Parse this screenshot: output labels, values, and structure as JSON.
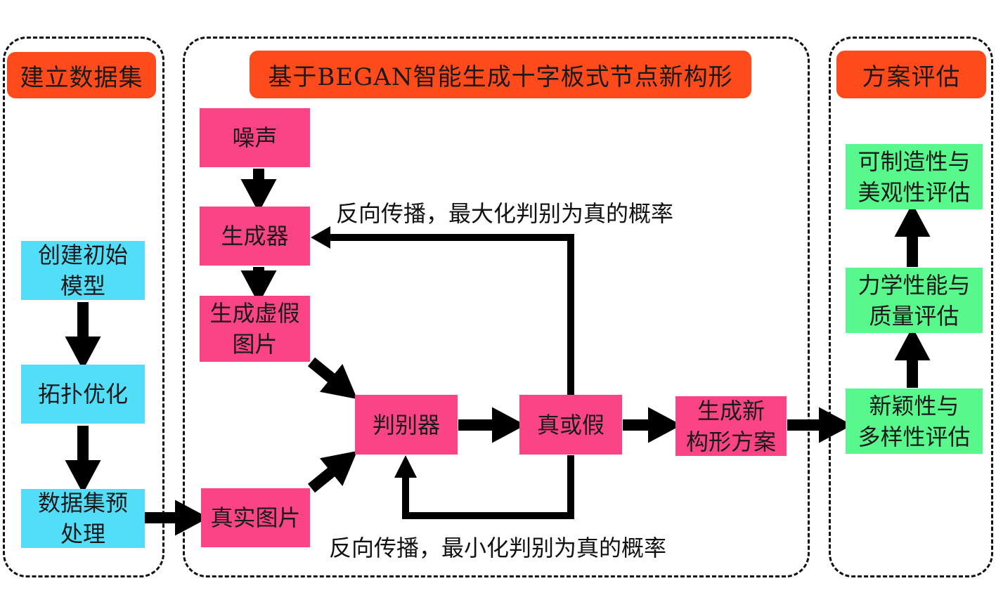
{
  "sections": {
    "dataset": {
      "title": "建立数据集",
      "steps": [
        {
          "line1": "创建初始",
          "line2": "模型"
        },
        {
          "line1": "拓扑优化",
          "line2": ""
        },
        {
          "line1": "数据集预",
          "line2": "处理"
        }
      ]
    },
    "generation": {
      "title": "基于BEGAN智能生成十字板式节点新构形",
      "nodes": {
        "noise": "噪声",
        "generator": "生成器",
        "fake_images": {
          "line1": "生成虚假",
          "line2": "图片"
        },
        "real_images": "真实图片",
        "discriminator": "判别器",
        "real_or_fake": "真或假",
        "new_scheme": {
          "line1": "生成新",
          "line2": "构形方案"
        }
      },
      "labels": {
        "backprop_max": "反向传播，最大化判别为真的概率",
        "backprop_min": "反向传播，最小化判别为真的概率"
      }
    },
    "evaluation": {
      "title": "方案评估",
      "steps": [
        {
          "line1": "可制造性与",
          "line2": "美观性评估"
        },
        {
          "line1": "力学性能与",
          "line2": "质量评估"
        },
        {
          "line1": "新颖性与",
          "line2": "多样性评估"
        }
      ]
    }
  },
  "colors": {
    "header": "#ff4a1c",
    "dataset_box": "#52def9",
    "gan_box": "#fb4486",
    "evaluation_box": "#58f88c",
    "arrow": "#000000"
  }
}
